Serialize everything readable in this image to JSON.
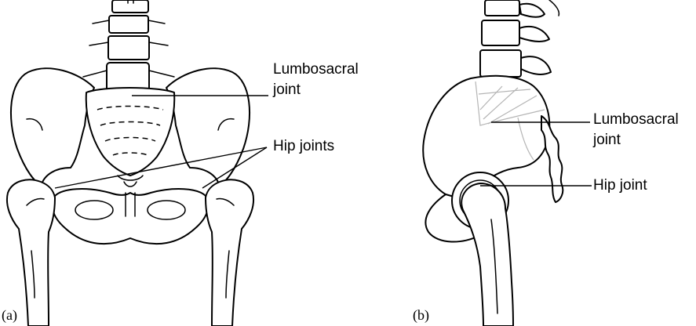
{
  "panel_a": {
    "letter": "(a)",
    "label_lumbosacral_line1": "Lumbosacral",
    "label_lumbosacral_line2": "joint",
    "label_hip": "Hip joints"
  },
  "panel_b": {
    "letter": "(b)",
    "label_lumbosacral_line1": "Lumbosacral",
    "label_lumbosacral_line2": "joint",
    "label_hip": "Hip joint"
  }
}
